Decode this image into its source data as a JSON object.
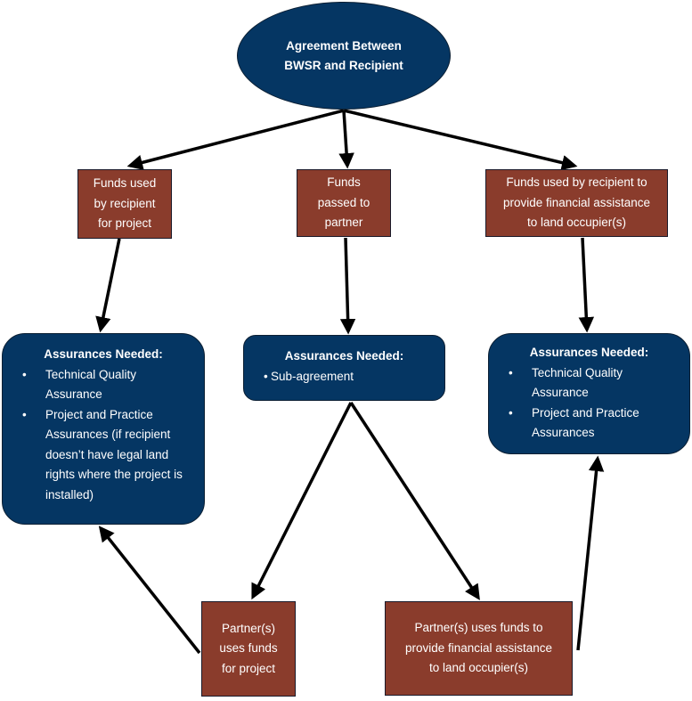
{
  "colors": {
    "navy": "#053663",
    "brown": "#8a3c2c",
    "arrow": "#000000",
    "text": "#ffffff"
  },
  "top": {
    "title_line1": "Agreement Between",
    "title_line2": "BWSR and Recipient"
  },
  "funds": [
    {
      "lines": [
        "Funds used",
        "by recipient",
        "for project"
      ]
    },
    {
      "lines": [
        "Funds",
        "passed to",
        "partner"
      ]
    },
    {
      "lines": [
        "Funds used by recipient to",
        "provide financial assistance",
        "to land occupier(s)"
      ]
    }
  ],
  "assurances": [
    {
      "heading": "Assurances Needed:",
      "items": [
        "Technical Quality Assurance",
        "Project and Practice Assurances (if recipient doesn’t have legal land rights where the project is installed)"
      ]
    },
    {
      "heading": "Assurances Needed:",
      "items": [
        "Sub-agreement"
      ]
    },
    {
      "heading": "Assurances Needed:",
      "items": [
        "Technical Quality Assurance",
        "Project and Practice Assurances"
      ]
    }
  ],
  "partners": [
    {
      "lines": [
        "Partner(s)",
        "uses funds",
        "for project"
      ]
    },
    {
      "lines": [
        "Partner(s) uses funds to",
        "provide financial assistance",
        "to land occupier(s)"
      ]
    }
  ],
  "edges": [
    {
      "from": "agreement",
      "to": "funds-recipient-project"
    },
    {
      "from": "agreement",
      "to": "funds-passed-partner"
    },
    {
      "from": "agreement",
      "to": "funds-recipient-financial-assistance"
    },
    {
      "from": "funds-recipient-project",
      "to": "assurances-recipient-project"
    },
    {
      "from": "funds-passed-partner",
      "to": "assurances-sub-agreement"
    },
    {
      "from": "funds-recipient-financial-assistance",
      "to": "assurances-recipient-financial"
    },
    {
      "from": "assurances-sub-agreement",
      "to": "partner-uses-funds-project"
    },
    {
      "from": "assurances-sub-agreement",
      "to": "partner-financial-assistance"
    },
    {
      "from": "partner-uses-funds-project",
      "to": "assurances-recipient-project"
    },
    {
      "from": "partner-financial-assistance",
      "to": "assurances-recipient-financial"
    }
  ]
}
